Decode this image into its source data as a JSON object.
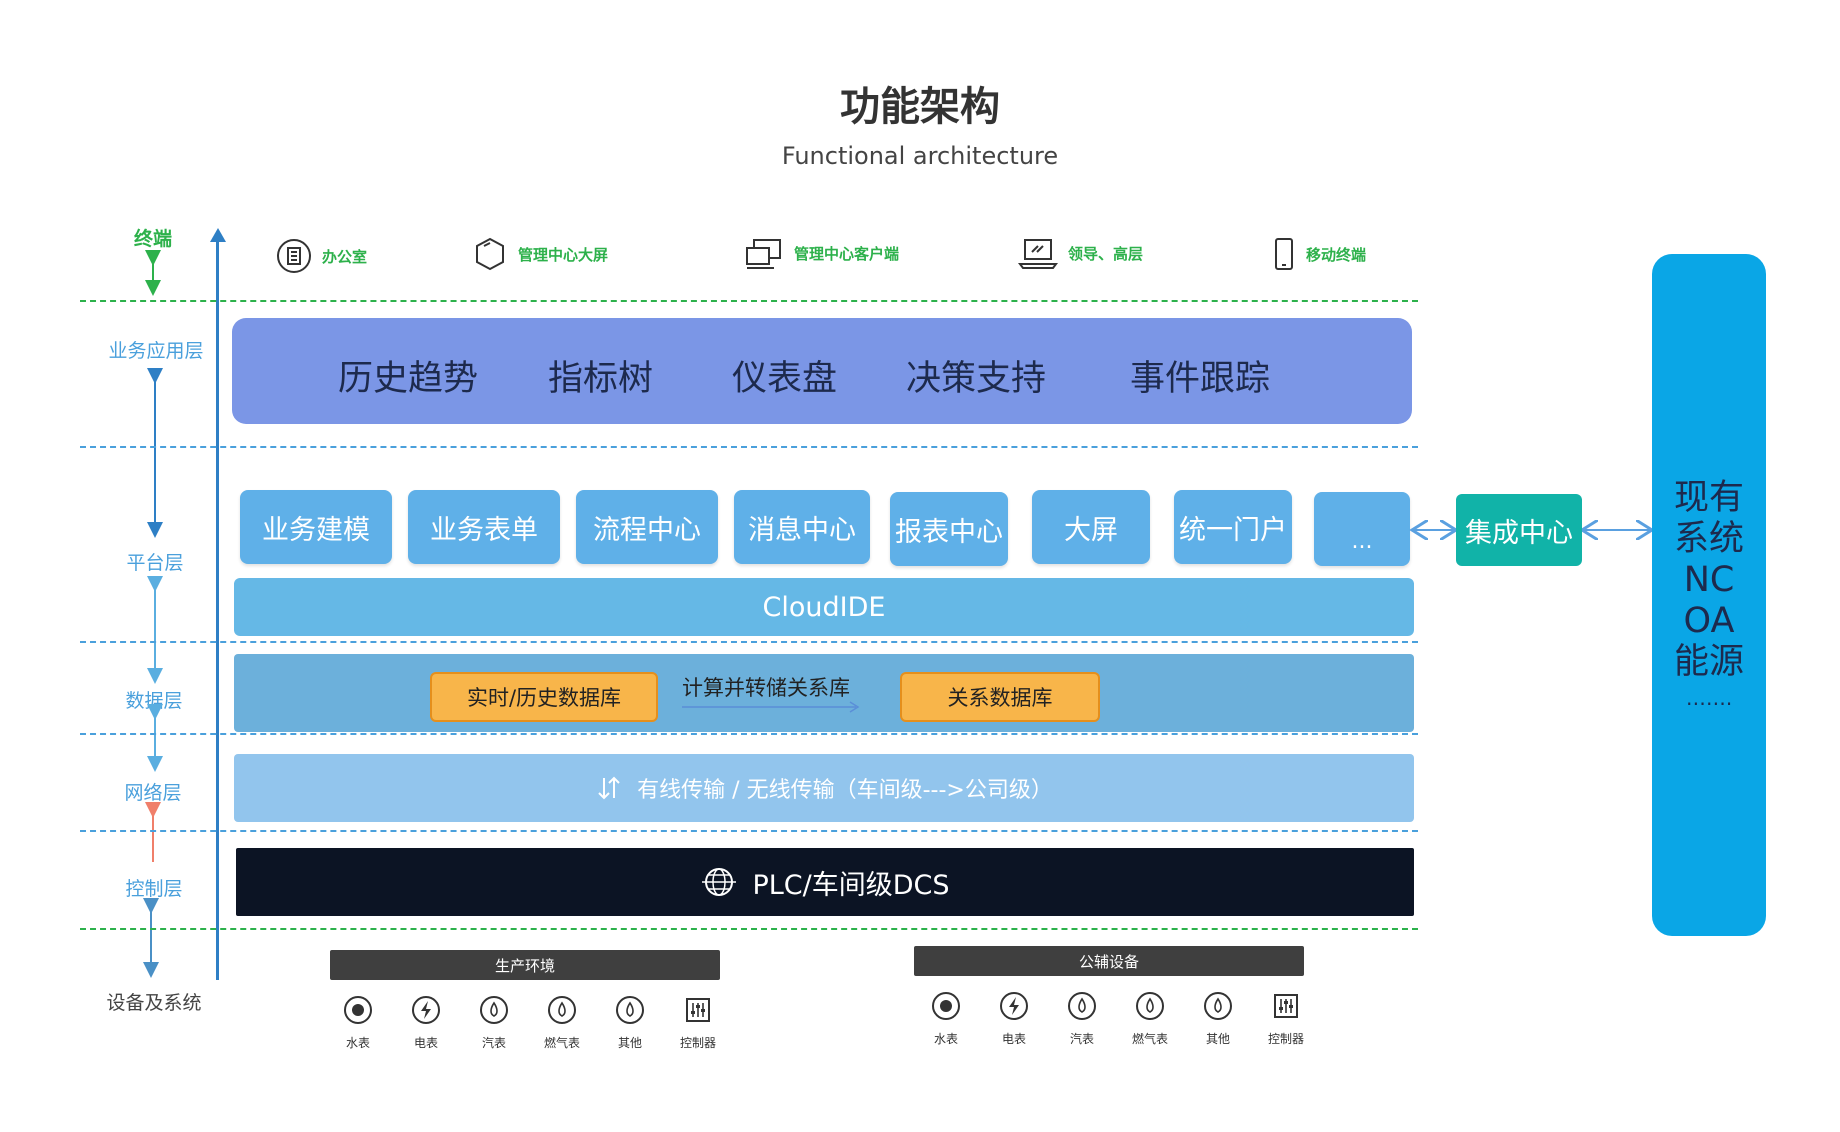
{
  "header": {
    "title": "功能架构",
    "subtitle": "Functional architecture"
  },
  "layers": {
    "terminal": "终端",
    "application": "业务应用层",
    "platform": "平台层",
    "data": "数据层",
    "network": "网络层",
    "control": "控制层",
    "devices": "设备及系统"
  },
  "terminals": [
    {
      "label": "办公室",
      "icon": "office-building-icon"
    },
    {
      "label": "管理中心大屏",
      "icon": "big-screen-icon"
    },
    {
      "label": "管理中心客户端",
      "icon": "client-window-icon"
    },
    {
      "label": "领导、高层",
      "icon": "laptop-icon"
    },
    {
      "label": "移动终端",
      "icon": "mobile-phone-icon"
    }
  ],
  "applications": [
    "历史趋势",
    "指标树",
    "仪表盘",
    "决策支持",
    "事件跟踪"
  ],
  "platform": {
    "modules": [
      "业务建模",
      "业务表单",
      "流程中心",
      "消息中心",
      "报表中心",
      "大屏",
      "统一门户",
      "..."
    ],
    "ide": "CloudIDE"
  },
  "data_layer": {
    "realtime_db": "实时/历史数据库",
    "transfer": "计算并转储关系库",
    "relational_db": "关系数据库"
  },
  "network": {
    "text": "有线传输 / 无线传输（车间级--->公司级）",
    "icon": "transfer-arrows-icon"
  },
  "control": {
    "text": "PLC/车间级DCS",
    "icon": "network-globe-icon"
  },
  "integration": "集成中心",
  "existing_systems": [
    "现有",
    "系统",
    "NC",
    "OA",
    "能源",
    "……."
  ],
  "device_groups": [
    {
      "title": "生产环境",
      "items": [
        "水表",
        "电表",
        "汽表",
        "燃气表",
        "其他",
        "控制器"
      ]
    },
    {
      "title": "公辅设备",
      "items": [
        "水表",
        "电表",
        "汽表",
        "燃气表",
        "其他",
        "控制器"
      ]
    }
  ],
  "colors": {
    "app_bar": "#7b96e6",
    "platform": "#5fb0e8",
    "integration": "#11b3a8",
    "existing": "#0aa6e6",
    "database": "#f8b54a",
    "control": "#0c1424",
    "terminal_green": "#2db14b",
    "label_blue": "#4aa0dc"
  }
}
